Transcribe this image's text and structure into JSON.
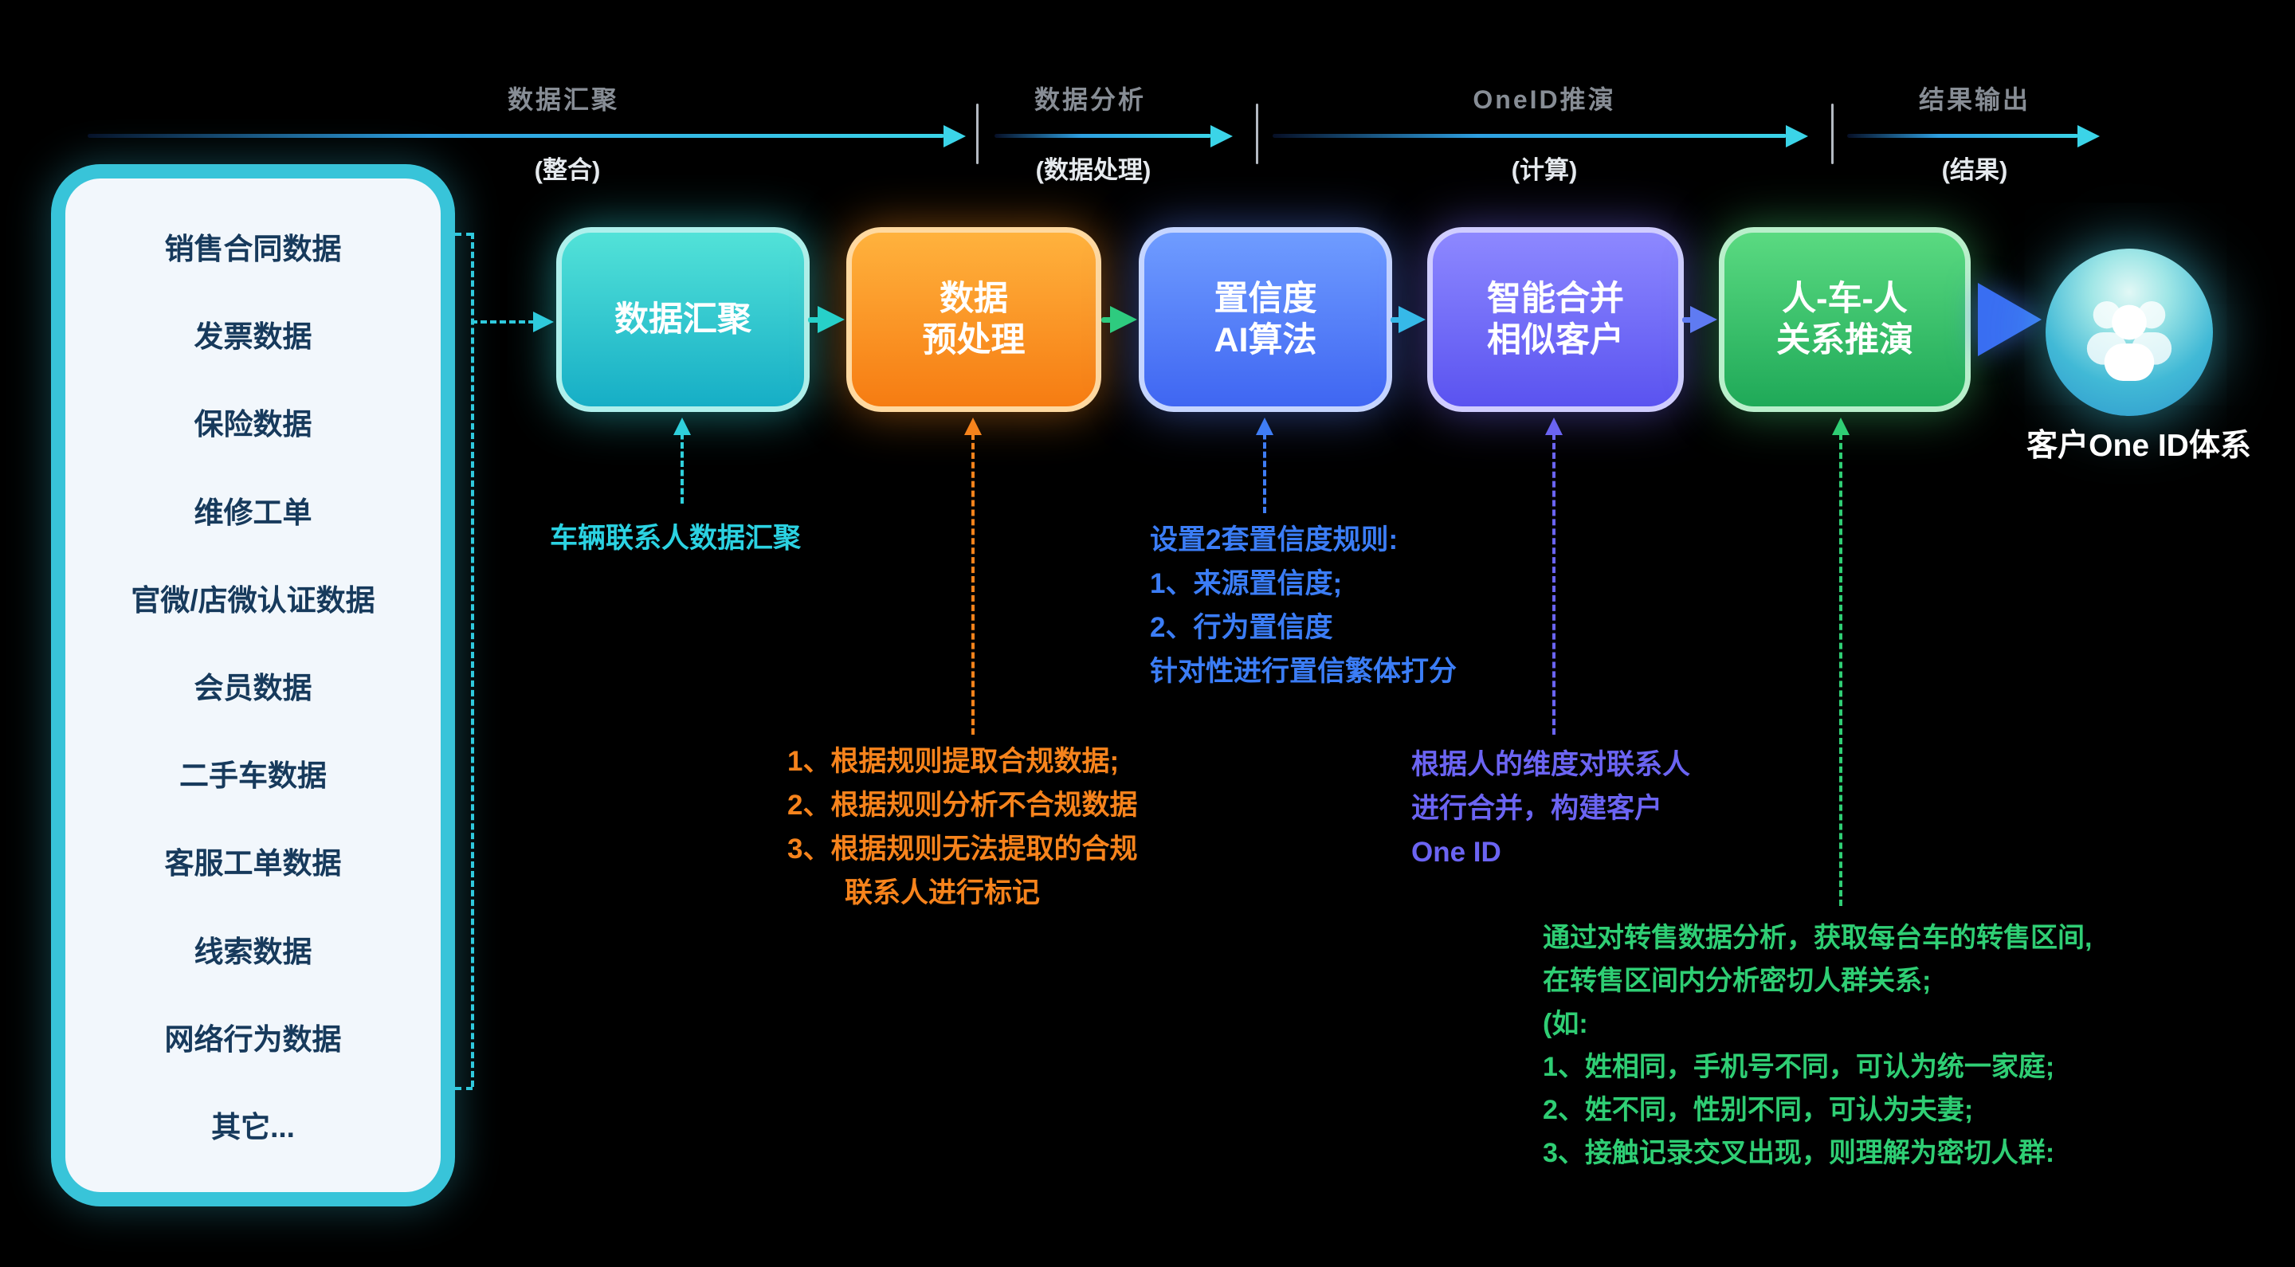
{
  "phases": [
    {
      "label": "数据汇聚",
      "sub": "(整合)"
    },
    {
      "label": "数据分析",
      "sub": "(数据处理)"
    },
    {
      "label": "OneID推演",
      "sub": "(计算)"
    },
    {
      "label": "结果输出",
      "sub": "(结果)"
    }
  ],
  "sources": {
    "items": [
      "销售合同数据",
      "发票数据",
      "保险数据",
      "维修工单",
      "官微/店微认证数据",
      "会员数据",
      "二手车数据",
      "客服工单数据",
      "线索数据",
      "网络行为数据",
      "其它..."
    ]
  },
  "steps": [
    {
      "line1": "数据汇聚",
      "line2": ""
    },
    {
      "line1": "数据",
      "line2": "预处理"
    },
    {
      "line1": "置信度",
      "line2": "AI算法"
    },
    {
      "line1": "智能合并",
      "line2": "相似客户"
    },
    {
      "line1": "人-车-人",
      "line2": "关系推演"
    }
  ],
  "result": {
    "label": "客户One ID体系"
  },
  "annotations": {
    "gather": {
      "lines": [
        "车辆联系人数据汇聚"
      ]
    },
    "preprocess": {
      "lines": [
        "1、根据规则提取合规数据;",
        "2、根据规则分析不合规数据",
        "3、根据规则无法提取的合规",
        "联系人进行标记"
      ]
    },
    "confidence": {
      "lines": [
        "设置2套置信度规则:",
        "1、来源置信度;",
        "2、行为置信度",
        "针对性进行置信繁体打分"
      ]
    },
    "merge": {
      "lines": [
        "根据人的维度对联系人",
        "进行合并，构建客户",
        "One ID"
      ]
    },
    "relation": {
      "lines": [
        "通过对转售数据分析，获取每台车的转售区间,",
        "在转售区间内分析密切人群关系;",
        "(如:",
        "1、姓相同，手机号不同，可认为统一家庭;",
        "2、姓不同，性别不同，可认为夫妻;",
        "3、接触记录交叉出现，则理解为密切人群:"
      ]
    }
  },
  "palette": {
    "background": "#000000",
    "cyan": "#2fd0dc",
    "orange": "#f6831c",
    "blue": "#3b7df6",
    "indigo": "#6b64f2",
    "green": "#2fce74",
    "panel_border": "#38c4d9"
  }
}
